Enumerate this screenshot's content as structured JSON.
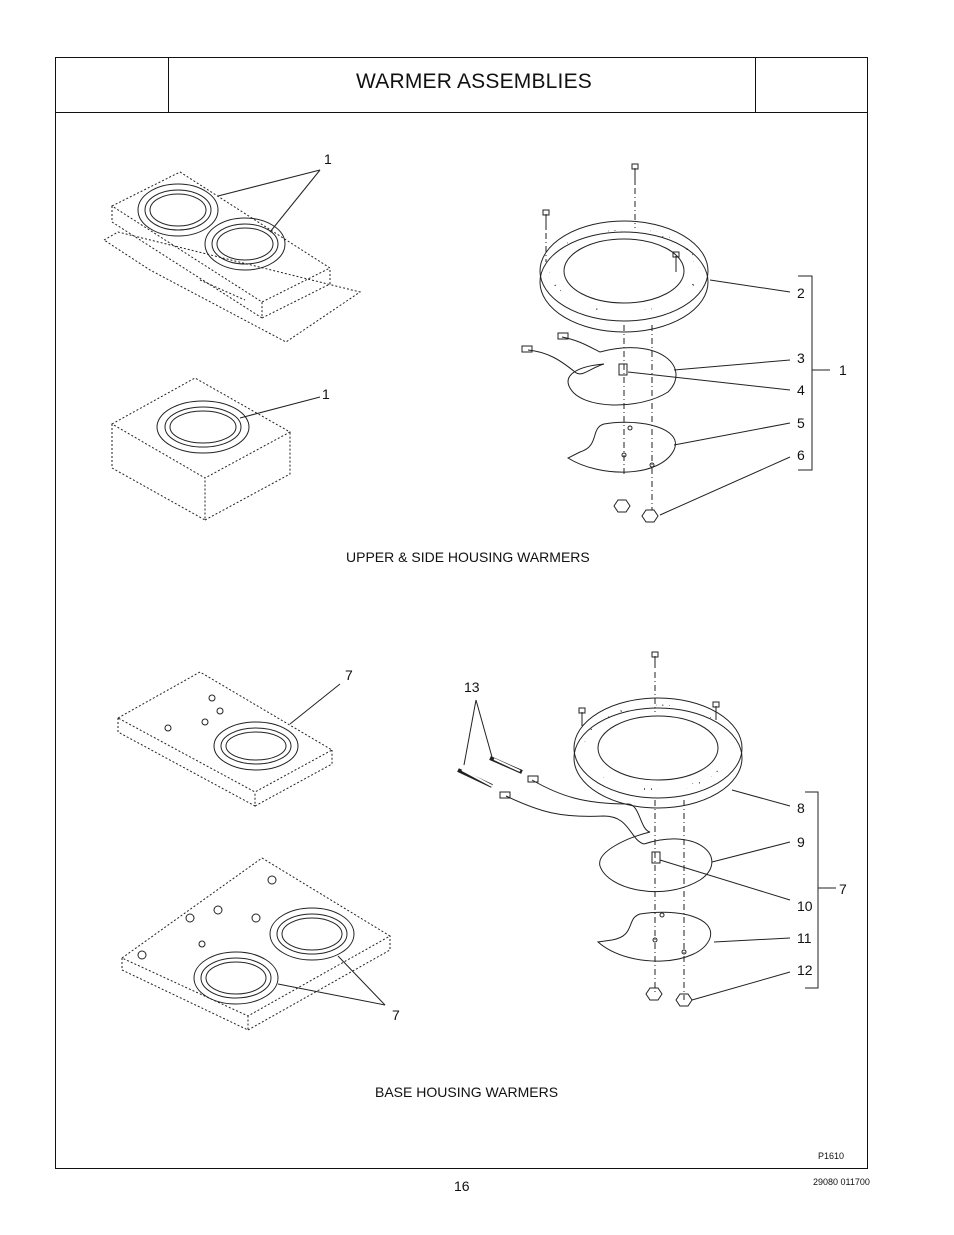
{
  "page": {
    "title": "WARMER ASSEMBLIES",
    "page_number": "16",
    "figure_id": "P1610",
    "doc_code": "29080 011700"
  },
  "upper": {
    "caption": "UPPER & SIDE HOUSING WARMERS",
    "callouts": {
      "top_housing": "1",
      "side_housing": "1",
      "ring": "2",
      "element": "3",
      "stud": "4",
      "reflector": "5",
      "nut": "6",
      "assembly": "1"
    }
  },
  "base": {
    "caption": "BASE HOUSING WARMERS",
    "callouts": {
      "single_housing": "7",
      "double_housing": "7",
      "wire_sleeves": "13",
      "ring": "8",
      "element": "9",
      "stud": "10",
      "reflector": "11",
      "nut": "12",
      "assembly": "7"
    }
  }
}
